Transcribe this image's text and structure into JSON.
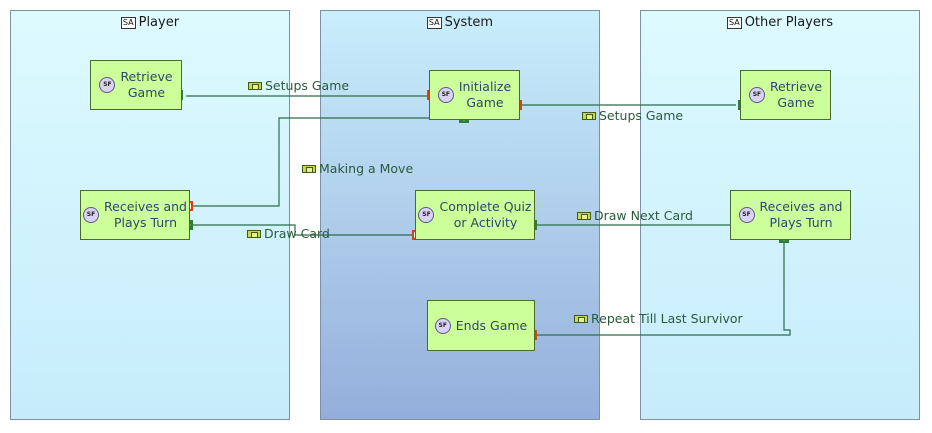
{
  "lanes": {
    "player": {
      "title": "Player",
      "icon": "SA"
    },
    "system": {
      "title": "System",
      "icon": "SA"
    },
    "others": {
      "title": "Other Players",
      "icon": "SA"
    }
  },
  "functions": {
    "player_retrieve": "Retrieve\nGame",
    "player_receives": "Receives and\nPlays Turn",
    "system_initialize": "Initialize\nGame",
    "system_complete": "Complete Quiz\nor Activity",
    "system_ends": "Ends Game",
    "others_retrieve": "Retrieve\nGame",
    "others_receives": "Receives and\nPlays Turn"
  },
  "function_icon": "SF",
  "exchanges": {
    "setups_game_1": "Setups Game",
    "setups_game_2": "Setups Game",
    "making_move": "Making a Move",
    "draw_card": "Draw Card",
    "draw_next_card": "Draw Next Card",
    "repeat": "Repeat Till Last Survivor"
  },
  "colors": {
    "function_fill": "#ccff99",
    "wire": "#2e6b4a",
    "port_out": "#2e7d32",
    "port_in": "#d84315"
  }
}
